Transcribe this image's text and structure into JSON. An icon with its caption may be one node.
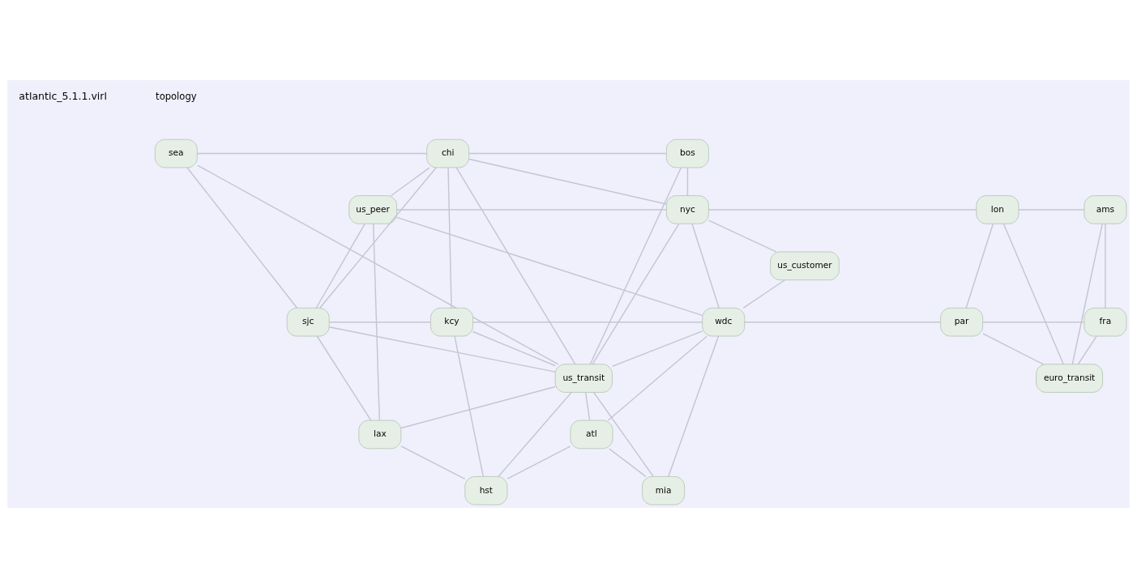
{
  "diagram": {
    "nodes": [
      {
        "text": [
          "sea"
        ]
      },
      {
        "text": [
          "chi"
        ]
      },
      {
        "text": [
          "bos"
        ]
      },
      {
        "text": [
          "us_peer"
        ]
      },
      {
        "text": [
          "nyc"
        ]
      },
      {
        "text": [
          "lon"
        ]
      },
      {
        "text": [
          "ams"
        ]
      },
      {
        "text": [
          "us_customer"
        ]
      },
      {
        "text": [
          "sjc"
        ]
      },
      {
        "text": [
          "kcy"
        ]
      },
      {
        "text": [
          "wdc"
        ]
      },
      {
        "text": [
          "par"
        ]
      },
      {
        "text": [
          "fra"
        ]
      },
      {
        "text": [
          "us_transit"
        ]
      },
      {
        "text": [
          "euro_transit"
        ]
      },
      {
        "text": [
          "lax"
        ]
      },
      {
        "text": [
          "atl"
        ]
      },
      {
        "text": [
          "hst"
        ]
      },
      {
        "text": [
          "mia"
        ]
      }
    ],
    "edges": [
      {
        "from": 0,
        "to": 1,
        "arrow": "none"
      },
      {
        "from": 1,
        "to": 2,
        "arrow": "none"
      },
      {
        "from": 0,
        "to": 8,
        "arrow": "none"
      },
      {
        "from": 0,
        "to": 13,
        "arrow": "none"
      },
      {
        "from": 1,
        "to": 8,
        "arrow": "none"
      },
      {
        "from": 1,
        "to": 3,
        "arrow": "none"
      },
      {
        "from": 1,
        "to": 4,
        "arrow": "none"
      },
      {
        "from": 1,
        "to": 9,
        "arrow": "none"
      },
      {
        "from": 1,
        "to": 13,
        "arrow": "none"
      },
      {
        "from": 2,
        "to": 4,
        "arrow": "none"
      },
      {
        "from": 2,
        "to": 13,
        "arrow": "none"
      },
      {
        "from": 3,
        "to": 4,
        "arrow": "none"
      },
      {
        "from": 3,
        "to": 8,
        "arrow": "none"
      },
      {
        "from": 3,
        "to": 15,
        "arrow": "none"
      },
      {
        "from": 3,
        "to": 10,
        "arrow": "none"
      },
      {
        "from": 4,
        "to": 5,
        "arrow": "none"
      },
      {
        "from": 4,
        "to": 7,
        "arrow": "none"
      },
      {
        "from": 4,
        "to": 13,
        "arrow": "none"
      },
      {
        "from": 4,
        "to": 10,
        "arrow": "none"
      },
      {
        "from": 5,
        "to": 6,
        "arrow": "none"
      },
      {
        "from": 5,
        "to": 11,
        "arrow": "none"
      },
      {
        "from": 5,
        "to": 14,
        "arrow": "none"
      },
      {
        "from": 6,
        "to": 12,
        "arrow": "none"
      },
      {
        "from": 6,
        "to": 14,
        "arrow": "none"
      },
      {
        "from": 7,
        "to": 10,
        "arrow": "none"
      },
      {
        "from": 8,
        "to": 9,
        "arrow": "none"
      },
      {
        "from": 8,
        "to": 13,
        "arrow": "none"
      },
      {
        "from": 8,
        "to": 15,
        "arrow": "none"
      },
      {
        "from": 9,
        "to": 10,
        "arrow": "none"
      },
      {
        "from": 9,
        "to": 13,
        "arrow": "none"
      },
      {
        "from": 9,
        "to": 17,
        "arrow": "none"
      },
      {
        "from": 10,
        "to": 11,
        "arrow": "none"
      },
      {
        "from": 10,
        "to": 13,
        "arrow": "none"
      },
      {
        "from": 10,
        "to": 16,
        "arrow": "none"
      },
      {
        "from": 10,
        "to": 18,
        "arrow": "none"
      },
      {
        "from": 11,
        "to": 12,
        "arrow": "none"
      },
      {
        "from": 11,
        "to": 14,
        "arrow": "none"
      },
      {
        "from": 12,
        "to": 14,
        "arrow": "none"
      },
      {
        "from": 13,
        "to": 15,
        "arrow": "none"
      },
      {
        "from": 13,
        "to": 16,
        "arrow": "none"
      },
      {
        "from": 13,
        "to": 17,
        "arrow": "none"
      },
      {
        "from": 13,
        "to": 18,
        "arrow": "none"
      },
      {
        "from": 15,
        "to": 17,
        "arrow": "none"
      },
      {
        "from": 16,
        "to": 17,
        "arrow": "none"
      },
      {
        "from": 16,
        "to": 18,
        "arrow": "none"
      }
    ],
    "labels": [
      "atlantic_5.1.1.virl",
      "topology"
    ]
  }
}
